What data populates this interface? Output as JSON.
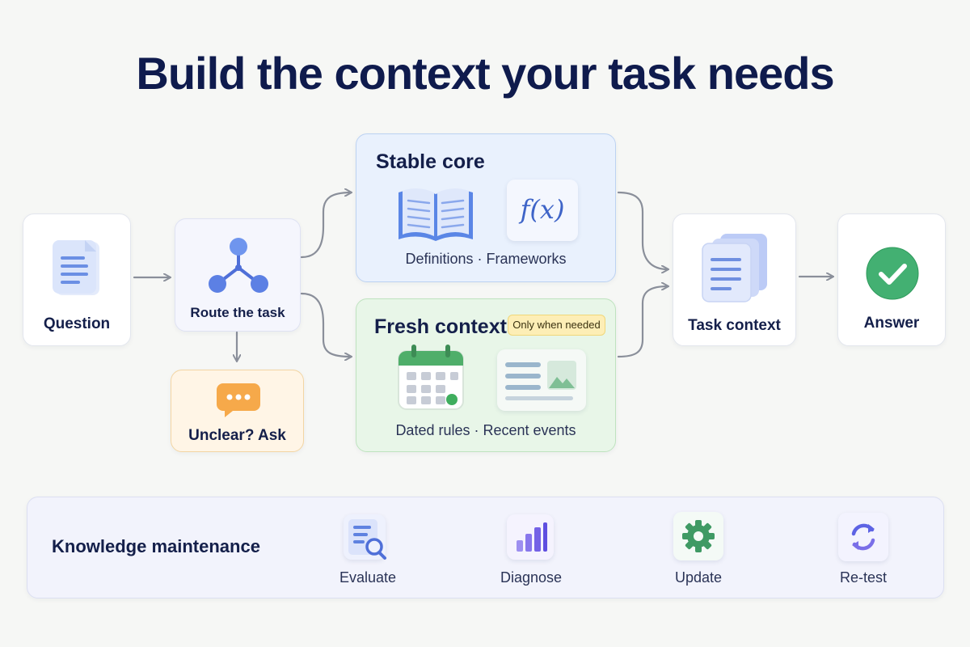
{
  "title": "Build the context your task needs",
  "nodes": {
    "question": "Question",
    "route": "Route the task",
    "unclear": "Unclear? Ask",
    "task_context": "Task context",
    "answer": "Answer"
  },
  "stable_core": {
    "title": "Stable core",
    "caption": "Definitions · Frameworks",
    "formula": "f(x)"
  },
  "fresh_context": {
    "title": "Fresh context",
    "badge": "Only when needed",
    "caption": "Dated rules · Recent events"
  },
  "maintenance": {
    "title": "Knowledge maintenance",
    "steps": [
      "Evaluate",
      "Diagnose",
      "Update",
      "Re-test"
    ]
  },
  "colors": {
    "title": "#0f1b4d",
    "stable_bg": "#e9f1fd",
    "fresh_bg": "#e8f6e8",
    "unclear_bg": "#fff5e6",
    "badge_bg": "#fdeeb6",
    "answer_green": "#3fae6e",
    "accent_blue": "#4f7de0",
    "arrow": "#8a8f9a"
  },
  "icons": {
    "question": "document-icon",
    "route": "branch-node-icon",
    "unclear": "chat-bubble-icon",
    "stable_1": "open-book-icon",
    "stable_2": "function-icon",
    "fresh_1": "calendar-icon",
    "fresh_2": "news-article-icon",
    "task_context": "stacked-documents-icon",
    "answer": "checkmark-icon",
    "evaluate": "document-search-icon",
    "diagnose": "bar-chart-icon",
    "update": "gear-icon",
    "retest": "refresh-icon"
  }
}
